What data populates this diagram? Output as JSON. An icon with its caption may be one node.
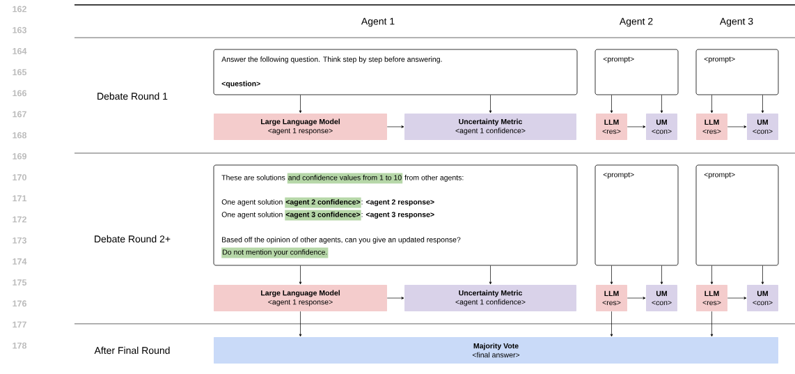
{
  "diagram": {
    "nodes": [
      {
        "text": [
          "Answer the following question. Think step by step before answering.",
          "<question>"
        ]
      },
      {
        "text": [
          "<prompt>"
        ]
      },
      {
        "text": [
          "<prompt>"
        ]
      },
      {
        "text": [
          "Large Language Model",
          "<agent 1 response>"
        ]
      },
      {
        "text": [
          "Uncertainty Metric",
          "<agent 1 confidence>"
        ]
      },
      {
        "text": [
          "LLM",
          "<res>"
        ]
      },
      {
        "text": [
          "UM",
          "<con>"
        ]
      },
      {
        "text": [
          "LLM",
          "<res>"
        ]
      },
      {
        "text": [
          "UM",
          "<con>"
        ]
      },
      {
        "text": [
          "These are solutions",
          "and confidence values from 1 to 10",
          "from other agents:",
          "One agent solution",
          "<agent 2 confidence>",
          ": **<agent 2 response>**",
          "One agent solution",
          "<agent 3 confidence>",
          ": **<agent 3 response>**",
          "Based off the opinion of other agents, can you give an updated response?",
          "Do not mention your confidence."
        ]
      },
      {
        "text": [
          "<prompt>"
        ]
      },
      {
        "text": [
          "<prompt>"
        ]
      },
      {
        "text": [
          "Large Language Model",
          "<agent 1 response>"
        ]
      },
      {
        "text": [
          "Uncertainty Metric",
          "<agent 1 confidence>"
        ]
      },
      {
        "text": [
          "LLM",
          "<res>"
        ]
      },
      {
        "text": [
          "UM",
          "<con>"
        ]
      },
      {
        "text": [
          "LLM",
          "<res>"
        ]
      },
      {
        "text": [
          "UM",
          "<con>"
        ]
      },
      {
        "text": [
          "Majority Vote",
          "<final answer>"
        ]
      }
    ],
    "edges": [
      {
        "from": 0,
        "to": 3,
        "arrow": "to"
      },
      {
        "from": 0,
        "to": 4,
        "arrow": "to"
      },
      {
        "from": 3,
        "to": 4,
        "arrow": "to"
      },
      {
        "from": 1,
        "to": 5,
        "arrow": "to"
      },
      {
        "from": 1,
        "to": 6,
        "arrow": "to"
      },
      {
        "from": 5,
        "to": 6,
        "arrow": "to"
      },
      {
        "from": 2,
        "to": 7,
        "arrow": "to"
      },
      {
        "from": 2,
        "to": 8,
        "arrow": "to"
      },
      {
        "from": 7,
        "to": 8,
        "arrow": "to"
      },
      {
        "from": 9,
        "to": 12,
        "arrow": "to"
      },
      {
        "from": 9,
        "to": 13,
        "arrow": "to"
      },
      {
        "from": 12,
        "to": 13,
        "arrow": "to"
      },
      {
        "from": 10,
        "to": 14,
        "arrow": "to"
      },
      {
        "from": 10,
        "to": 15,
        "arrow": "to"
      },
      {
        "from": 14,
        "to": 15,
        "arrow": "to"
      },
      {
        "from": 11,
        "to": 16,
        "arrow": "to"
      },
      {
        "from": 11,
        "to": 17,
        "arrow": "to"
      },
      {
        "from": 16,
        "to": 17,
        "arrow": "to"
      },
      {
        "from": 12,
        "to": 18,
        "arrow": "to"
      },
      {
        "from": 14,
        "to": 18,
        "arrow": "to"
      },
      {
        "from": 16,
        "to": 18,
        "arrow": "to"
      }
    ],
    "labels": [
      "Agent 1",
      "Agent 2",
      "Agent 3",
      "Debate Round 1",
      "Debate Round 2+",
      "After Final Round",
      "162",
      "163",
      "164",
      "165",
      "166",
      "167",
      "168",
      "169",
      "170",
      "171",
      "172",
      "173",
      "174",
      "175",
      "176",
      "177",
      "178"
    ]
  }
}
